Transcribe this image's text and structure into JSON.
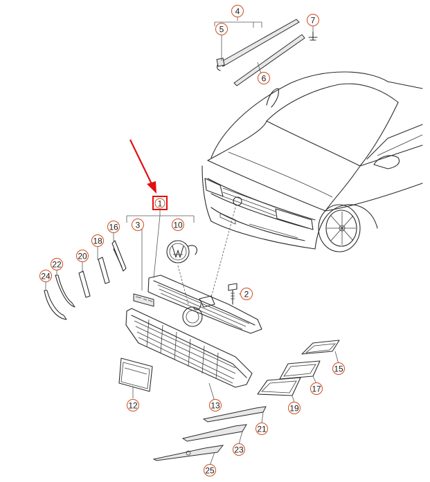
{
  "diagram": {
    "type": "exploded-parts-diagram",
    "highlighted_part": "1",
    "accent_color": "#e01010",
    "callout_color": "#d04a1a",
    "callouts": [
      "1",
      "2",
      "3",
      "4",
      "5",
      "6",
      "7",
      "10",
      "12",
      "13",
      "15",
      "16",
      "17",
      "18",
      "19",
      "20",
      "21",
      "22",
      "23",
      "24",
      "25"
    ]
  }
}
